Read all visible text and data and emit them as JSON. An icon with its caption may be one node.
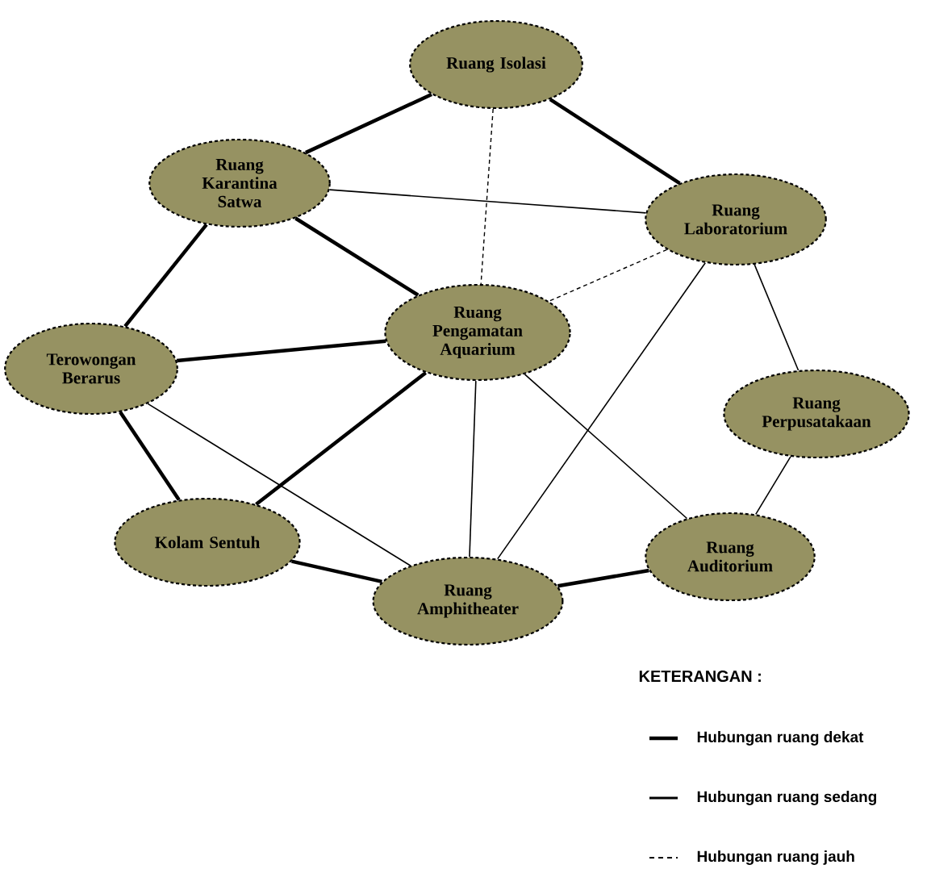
{
  "diagram": {
    "nodes": [
      {
        "text": [
          "Ruang Isolasi"
        ]
      },
      {
        "text": [
          "Ruang Karantina Satwa"
        ]
      },
      {
        "text": [
          "Ruang Laboratorium"
        ]
      },
      {
        "text": [
          "Ruang Pengamatan Aquarium"
        ]
      },
      {
        "text": [
          "Terowongan Berarus"
        ]
      },
      {
        "text": [
          "Ruang Perpusatakaan"
        ]
      },
      {
        "text": [
          "Kolam Sentuh"
        ]
      },
      {
        "text": [
          "Ruang Amphitheater"
        ]
      },
      {
        "text": [
          "Ruang Auditorium"
        ]
      }
    ],
    "edges": [
      {
        "from": 0,
        "to": 1,
        "arrow": "none",
        "style": "thick"
      },
      {
        "from": 0,
        "to": 2,
        "arrow": "none",
        "style": "thick"
      },
      {
        "from": 0,
        "to": 3,
        "arrow": "none",
        "style": "dashed"
      },
      {
        "from": 1,
        "to": 2,
        "arrow": "none"
      },
      {
        "from": 1,
        "to": 3,
        "arrow": "none",
        "style": "thick"
      },
      {
        "from": 1,
        "to": 4,
        "arrow": "none",
        "style": "thick"
      },
      {
        "from": 2,
        "to": 3,
        "arrow": "none",
        "style": "dashed"
      },
      {
        "from": 2,
        "to": 5,
        "arrow": "none"
      },
      {
        "from": 2,
        "to": 7,
        "arrow": "none"
      },
      {
        "from": 3,
        "to": 4,
        "arrow": "none",
        "style": "thick"
      },
      {
        "from": 3,
        "to": 6,
        "arrow": "none",
        "style": "thick"
      },
      {
        "from": 3,
        "to": 7,
        "arrow": "none"
      },
      {
        "from": 3,
        "to": 8,
        "arrow": "none"
      },
      {
        "from": 4,
        "to": 6,
        "arrow": "none",
        "style": "thick"
      },
      {
        "from": 4,
        "to": 7,
        "arrow": "none"
      },
      {
        "from": 5,
        "to": 8,
        "arrow": "none"
      },
      {
        "from": 6,
        "to": 7,
        "arrow": "none",
        "style": "thick"
      },
      {
        "from": 7,
        "to": 8,
        "arrow": "none",
        "style": "thick"
      }
    ],
    "labels": [
      "KETERANGAN :"
    ],
    "legend": [
      {
        "text": "Hubungan ruang dekat"
      },
      {
        "text": "Hubungan ruang sedang"
      },
      {
        "text": "Hubungan ruang jauh"
      }
    ]
  }
}
